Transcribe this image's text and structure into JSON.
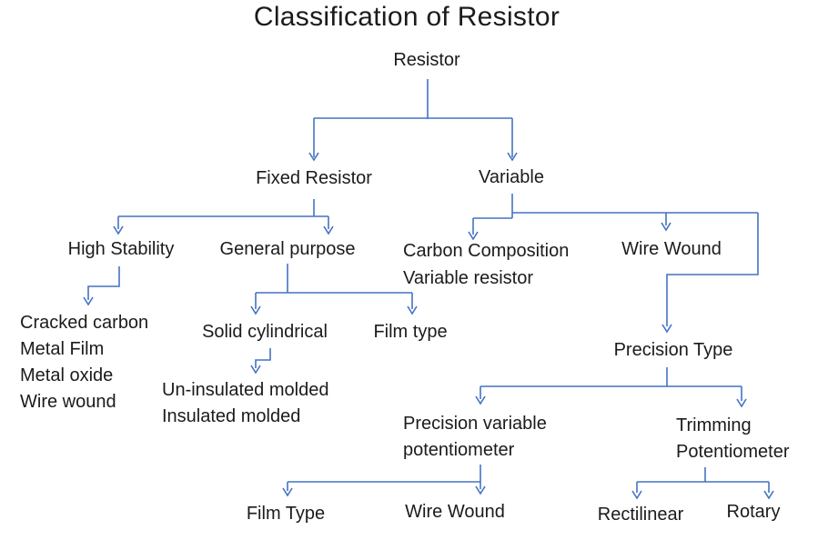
{
  "title": "Classification of Resistor",
  "colors": {
    "line": "#4472C4",
    "text": "#1b1b1b",
    "background": "#ffffff"
  },
  "nodes": {
    "root": "Resistor",
    "fixed": "Fixed Resistor",
    "variable": "Variable",
    "high_stability": "High Stability",
    "general_purpose": "General purpose",
    "carbon_composition_line1": "Carbon Composition",
    "carbon_composition_line2": "Variable resistor",
    "wire_wound": "Wire Wound",
    "high_stability_types": [
      "Cracked carbon",
      "Metal Film",
      "Metal oxide",
      "Wire wound"
    ],
    "solid_cylindrical": "Solid cylindrical",
    "film_type": "Film type",
    "molded_types": [
      "Un-insulated molded",
      "Insulated molded"
    ],
    "precision_type": "Precision Type",
    "precision_variable_line1": "Precision variable",
    "precision_variable_line2": "potentiometer",
    "trimming_line1": "Trimming",
    "trimming_line2": "Potentiometer",
    "precision_film_type": "Film Type",
    "precision_wire_wound": "Wire Wound",
    "rectilinear": "Rectilinear",
    "rotary": "Rotary"
  },
  "hierarchy": {
    "Resistor": {
      "Fixed Resistor": {
        "High Stability": [
          "Cracked carbon",
          "Metal Film",
          "Metal oxide",
          "Wire wound"
        ],
        "General purpose": {
          "Solid cylindrical": [
            "Un-insulated molded",
            "Insulated molded"
          ],
          "Film type": []
        }
      },
      "Variable": {
        "Carbon Composition Variable resistor": [],
        "Wire Wound": {
          "Precision Type": {
            "Precision variable potentiometer": [
              "Film Type",
              "Wire Wound"
            ],
            "Trimming Potentiometer": [
              "Rectilinear",
              "Rotary"
            ]
          }
        }
      }
    }
  }
}
